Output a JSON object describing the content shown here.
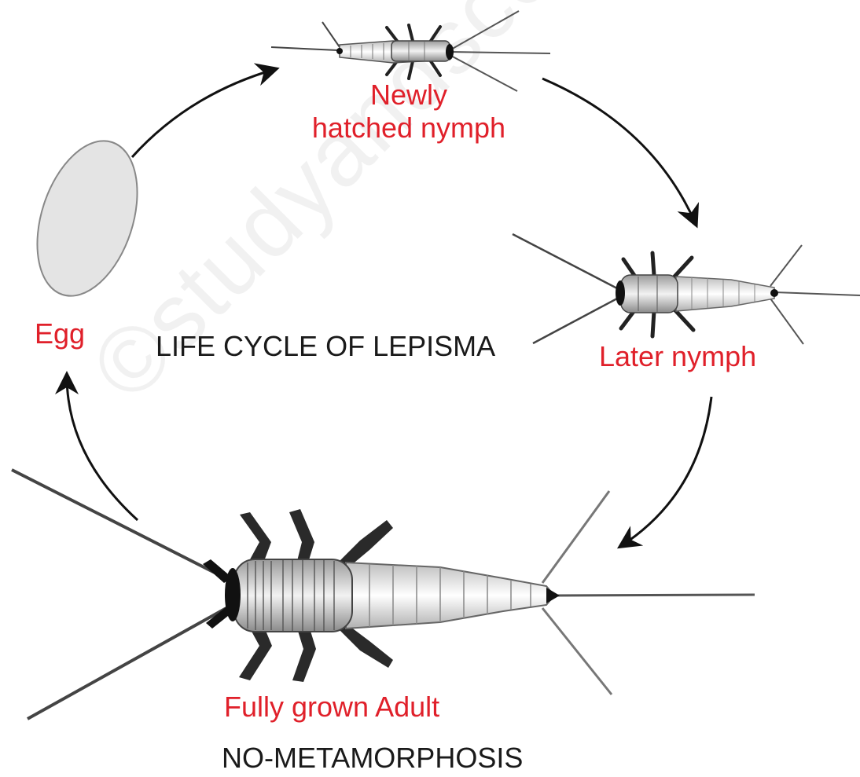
{
  "watermark": "©studyandscore.com",
  "title": "LIFE CYCLE OF LEPISMA",
  "footer": "NO-METAMORPHOSIS",
  "stages": {
    "egg": "Egg",
    "newly_hatched_line1": "Newly",
    "newly_hatched_line2": "hatched nymph",
    "later_nymph": "Later nymph",
    "adult": "Fully grown Adult"
  },
  "colors": {
    "stage_label": "#e0202a",
    "text": "#1a1a1a",
    "egg_fill": "#e4e4e4"
  }
}
